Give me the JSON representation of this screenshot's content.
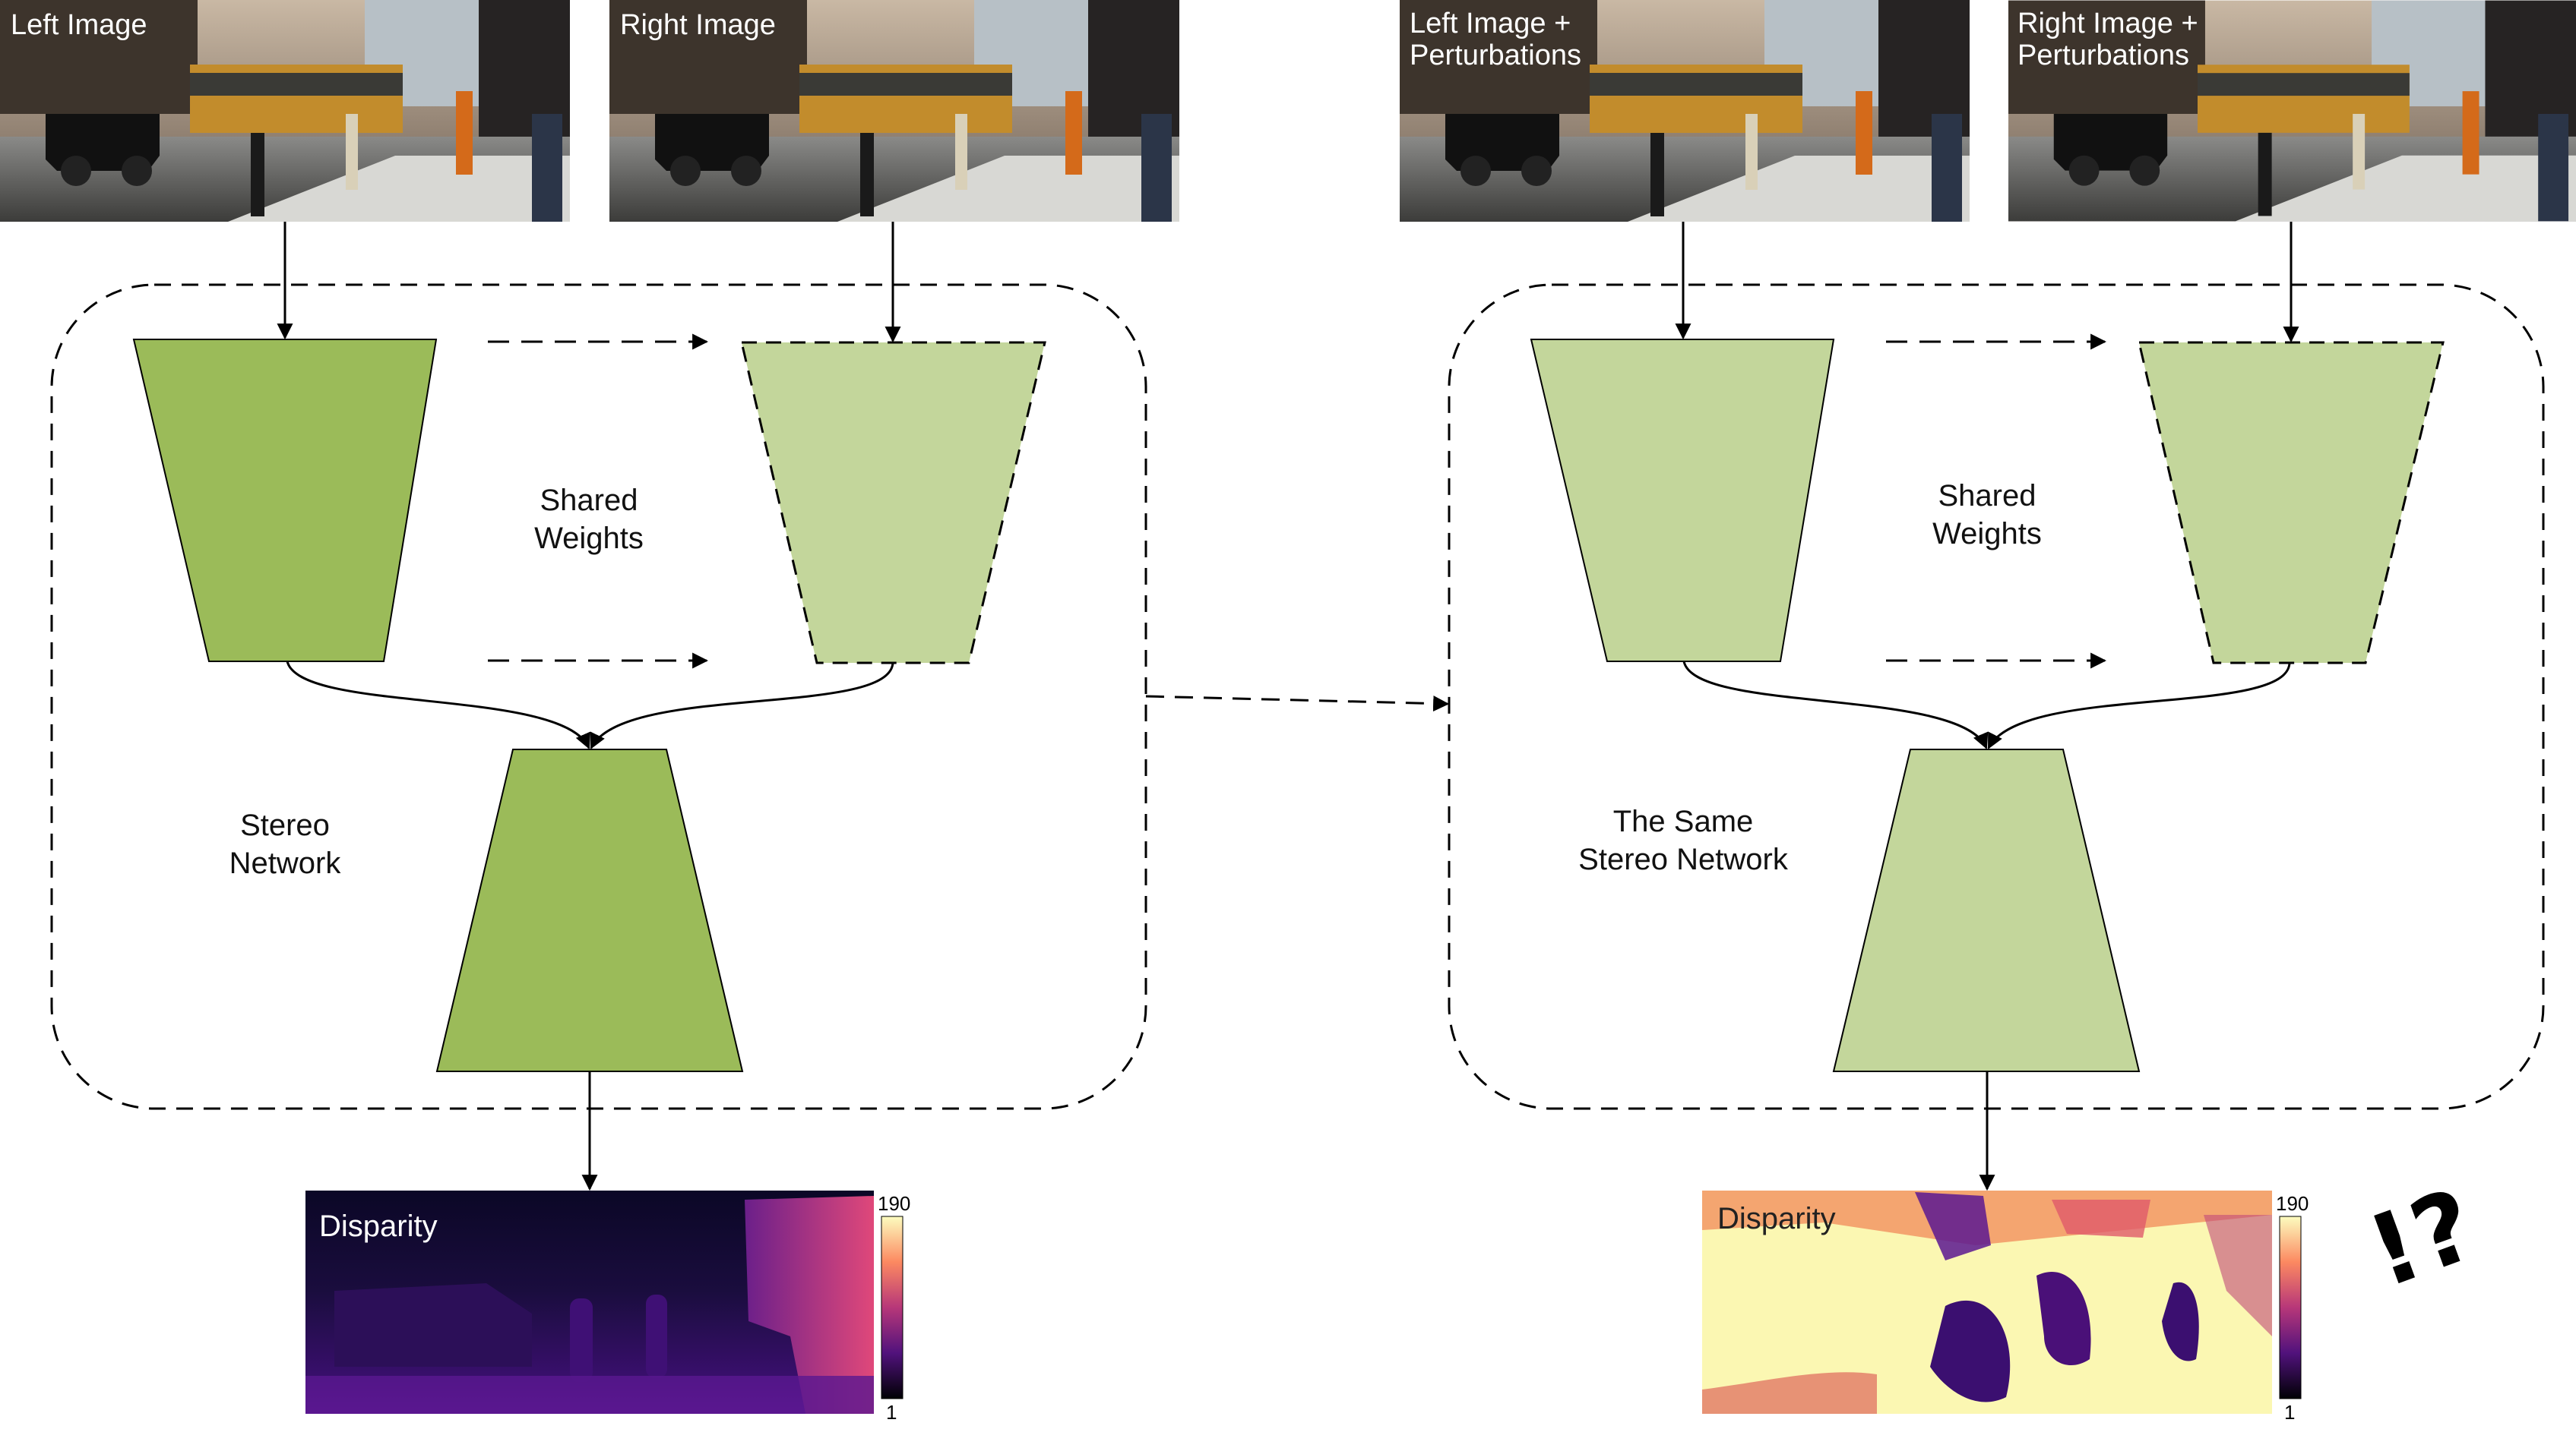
{
  "colors": {
    "net_dark": "#9bbb59",
    "net_light": "#c3d69b",
    "line": "#000000",
    "label_white": "#ffffff"
  },
  "images": {
    "left": "Left Image",
    "right": "Right Image",
    "left_perturbed": "Left Image +\nPerturbations",
    "right_perturbed": "Right Image +\nPerturbations"
  },
  "left_panel": {
    "shared_label": "Shared\nWeights",
    "network_label": "Stereo\nNetwork"
  },
  "right_panel": {
    "shared_label": "Shared\nWeights",
    "network_label": "The Same\nStereo Network"
  },
  "disparity": {
    "label": "Disparity",
    "colorbar_max": "190",
    "colorbar_min": "1"
  },
  "exclaim_mark": "!?"
}
